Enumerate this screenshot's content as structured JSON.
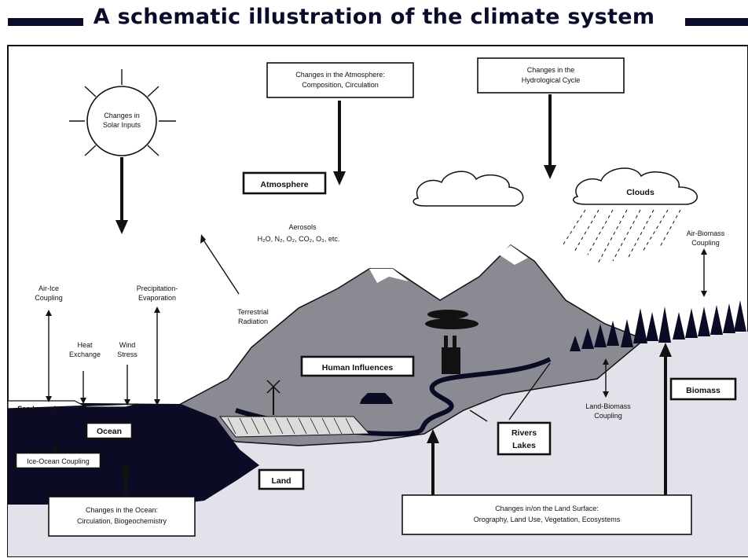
{
  "title": "A schematic illustration of the climate system",
  "labels": {
    "solar": [
      "Changes in",
      "Solar Inputs"
    ],
    "atmos_changes": [
      "Changes in the Atmosphere:",
      "Composition, Circulation"
    ],
    "hydro_changes": [
      "Changes in the",
      "Hydrological Cycle"
    ],
    "atmosphere": "Atmosphere",
    "clouds": "Clouds",
    "aerosols": "Aerosols",
    "gases": "H₂O, N₂, O₂, CO₂, O₃, etc.",
    "air_biomass": [
      "Air-Biomass",
      "Coupling"
    ],
    "air_ice": [
      "Air-Ice",
      "Coupling"
    ],
    "precip": [
      "Precipitation-",
      "Evaporation"
    ],
    "terrestrial": [
      "Terrestrial",
      "Radiation"
    ],
    "heat": [
      "Heat",
      "Exchange"
    ],
    "wind": [
      "Wind",
      "Stress"
    ],
    "human": "Human Influences",
    "sea_ice": "Sea-Ice",
    "ocean": "Ocean",
    "ice_ocean": "Ice-Ocean Coupling",
    "land_biomass": [
      "Land-Biomass",
      "Coupling"
    ],
    "biomass": "Biomass",
    "rivers": [
      "Rivers",
      "Lakes"
    ],
    "land": "Land",
    "ocean_changes": [
      "Changes in the Ocean:",
      "Circulation, Biogeochemistry"
    ],
    "land_changes": [
      "Changes in/on the Land Surface:",
      "Orography, Land Use, Vegetation, Ecosystems"
    ]
  },
  "colors": {
    "ocean": "#0b0b25",
    "mountain": "#8a8a93",
    "land": "#e2e3ea",
    "title": "#0b0b2a"
  }
}
